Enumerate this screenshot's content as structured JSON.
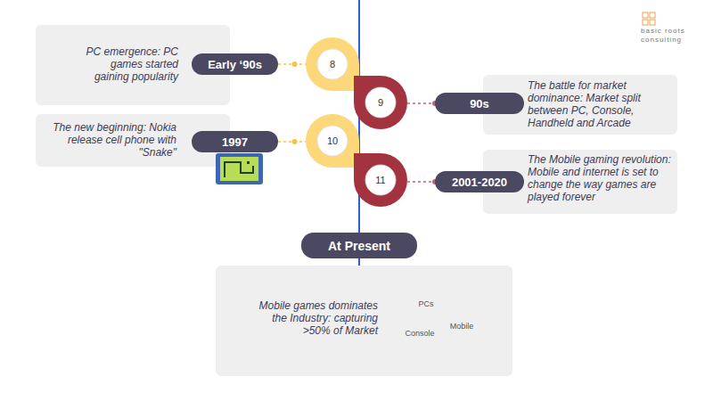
{
  "diagram": {
    "nodes": [
      {
        "text": [
          "PC emergence: PC games started gaining popularity"
        ]
      },
      {
        "text": [
          "Early ‘90s"
        ]
      },
      {
        "text": [
          "8"
        ]
      },
      {
        "text": [
          "9"
        ]
      },
      {
        "text": [
          "90s"
        ]
      },
      {
        "text": [
          "The battle for market dominance: Market split between PC, Console, Handheld and Arcade"
        ]
      },
      {
        "text": [
          "The new beginning: Nokia release cell phone with \"Snake\""
        ]
      },
      {
        "text": [
          "1997"
        ]
      },
      {
        "text": [
          "10"
        ]
      },
      {
        "text": [
          "11"
        ]
      },
      {
        "text": [
          "2001-2020"
        ]
      },
      {
        "text": [
          "The Mobile gaming revolution: Mobile and internet is set to change the way games are played forever"
        ]
      },
      {
        "text": [
          "At Present"
        ]
      },
      {
        "text": [
          "Mobile games dominates the Industry: capturing >50% of Market"
        ]
      }
    ],
    "edges": [
      {
        "from": 1,
        "to": 2,
        "arrow": "none"
      },
      {
        "from": 3,
        "to": 4,
        "arrow": "none"
      },
      {
        "from": 7,
        "to": 8,
        "arrow": "none"
      },
      {
        "from": 9,
        "to": 10,
        "arrow": "none"
      }
    ],
    "labels": [
      "PCs",
      "Console",
      "Mobile",
      "basic roots consulting"
    ]
  }
}
